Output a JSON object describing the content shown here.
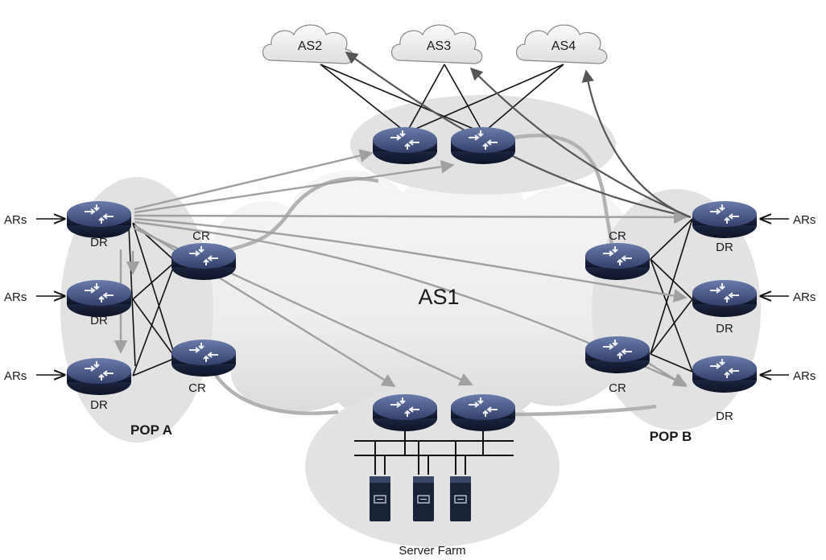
{
  "external_as": [
    "AS2",
    "AS3",
    "AS4"
  ],
  "core_label": "AS1",
  "pop_a": {
    "title": "POP A",
    "dr_label": "DR",
    "cr_label": "CR",
    "ar_label": "ARs"
  },
  "pop_b": {
    "title": "POP B",
    "dr_label": "DR",
    "cr_label": "CR",
    "ar_label": "ARs"
  },
  "server_farm": {
    "label": "Server Farm"
  },
  "colors": {
    "router_top": "#4a5a8a",
    "router_body": "#1b2540",
    "pop_region": "#e3e3e3",
    "cloud_fill": "#eeeeee",
    "physical_link": "#111111",
    "route_arrow": "#a0a0a0",
    "backbone": "#b0b0b0"
  }
}
